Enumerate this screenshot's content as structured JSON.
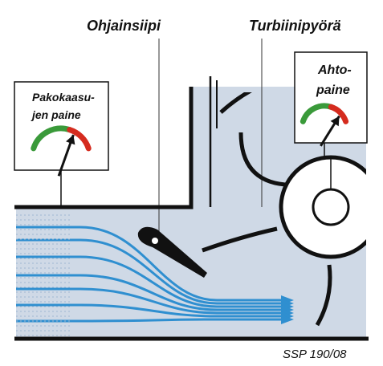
{
  "labels": {
    "guide_vane": "Ohjainsiipi",
    "turbine_wheel": "Turbiinipyörä",
    "exhaust_pressure_line1": "Pakokaasu-",
    "exhaust_pressure_line2": "jen paine",
    "boost_pressure_line1": "Ahto-",
    "boost_pressure_line2": "paine",
    "reference": "SSP 190/08"
  },
  "colors": {
    "housing_fill": "#cfd9e6",
    "flow_arrow": "#2f8fd0",
    "gauge_green": "#3a9a3a",
    "gauge_red": "#d52b1e",
    "outline": "#111111"
  },
  "gauges": {
    "exhaust_pressure": {
      "needle_position": 0.7
    },
    "boost_pressure": {
      "needle_position": 0.85
    }
  },
  "icons": [
    "pressure-gauge-icon",
    "flow-arrow-icon",
    "guide-vane-icon",
    "turbine-wheel-icon"
  ]
}
